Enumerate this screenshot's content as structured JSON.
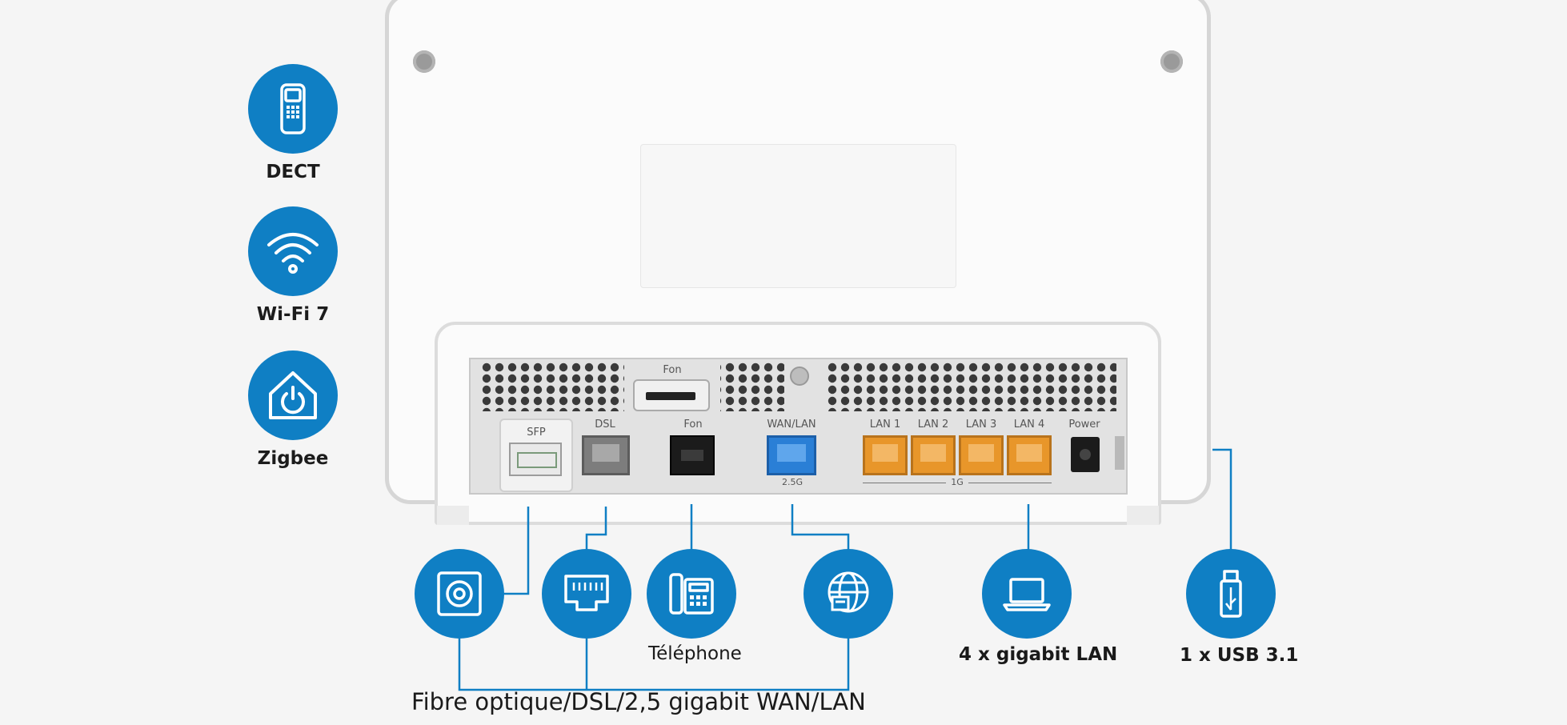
{
  "features": [
    {
      "label": "DECT",
      "icon": "dect-phone-icon"
    },
    {
      "label": "Wi-Fi 7",
      "icon": "wifi-icon"
    },
    {
      "label": "Zigbee",
      "icon": "smart-home-icon"
    }
  ],
  "router": {
    "fon_top_label": "Fon",
    "ports": {
      "sfp": "SFP",
      "dsl": "DSL",
      "fon": "Fon",
      "wan": "WAN/LAN",
      "wan_speed": "2.5G",
      "lan1": "LAN 1",
      "lan2": "LAN 2",
      "lan3": "LAN 3",
      "lan4": "LAN 4",
      "lan_speed": "1G",
      "power": "Power"
    }
  },
  "callouts": {
    "telephone": "Téléphone",
    "lan": "4 x gigabit LAN",
    "usb": "1 x USB 3.1",
    "wan_group": "Fibre optique/DSL/2,5 gigabit WAN/LAN"
  },
  "colors": {
    "accent": "#0f7fc4",
    "lan_port": "#e8962a",
    "wan_port": "#2a7fd6"
  }
}
